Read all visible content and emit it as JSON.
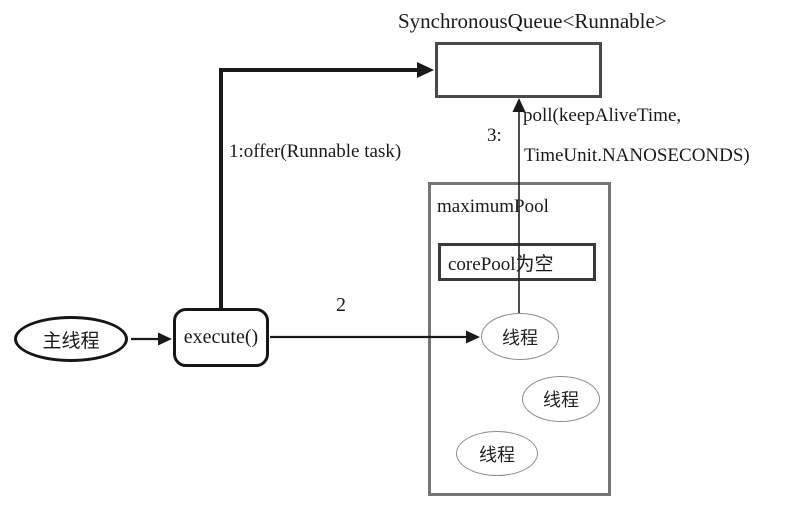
{
  "diagram": {
    "title": "SynchronousQueue<Runnable>",
    "nodes": {
      "main_thread": "主线程",
      "execute": "execute()",
      "maximum_pool": "maximumPool",
      "core_pool": "corePool为空",
      "thread1": "线程",
      "thread2": "线程",
      "thread3": "线程"
    },
    "labels": {
      "offer": "1:offer(Runnable task)",
      "step2": "2",
      "step3": "3:",
      "poll_line1": "poll(keepAliveTime,",
      "poll_line2": "TimeUnit.NANOSECONDS)"
    },
    "colors": {
      "arrow": "#1a1a1a",
      "queue_border": "#4a4a4a",
      "pool_border": "#757575",
      "core_border": "#3a3a3a",
      "thread_border": "#8c8c8c",
      "text": "#1a1a1a",
      "background": "#ffffff"
    }
  }
}
